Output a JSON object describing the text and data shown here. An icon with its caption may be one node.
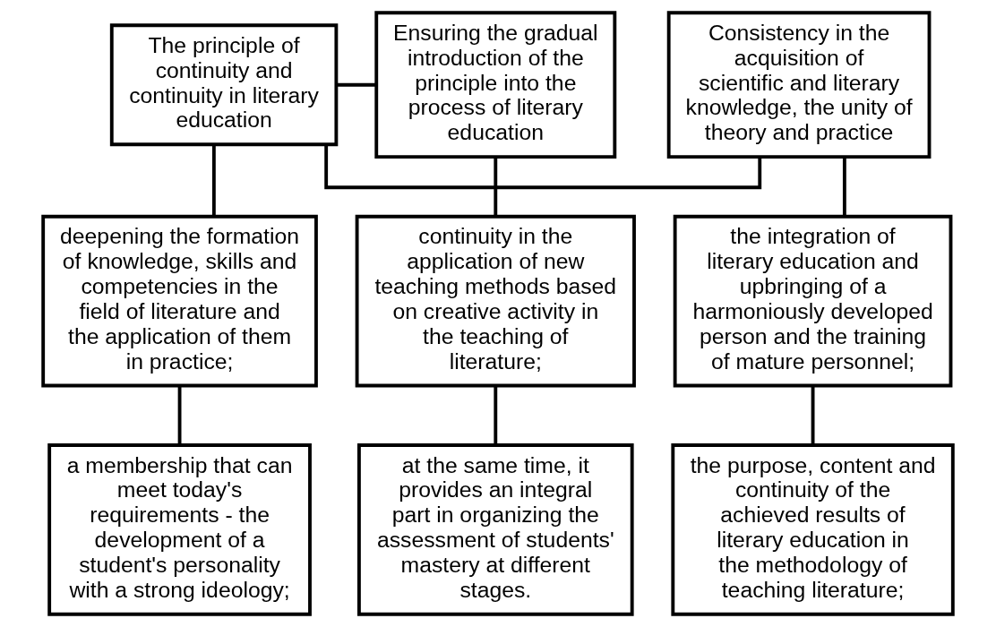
{
  "diagram": {
    "nodes": [
      {
        "text": [
          "Consistency in the acquisition of scientific and literary knowledge, the unity of theory and practice"
        ]
      },
      {
        "text": [
          "The principle of continuity and continuity in literary education"
        ]
      },
      {
        "text": [
          "Ensuring the gradual introduction of the principle into the process of literary education"
        ]
      },
      {
        "text": [
          "the integration of literary education and upbringing of a harmoniously developed person and the training of mature personnel;"
        ]
      },
      {
        "text": [
          "deepening the formation of knowledge, skills and competencies in the field of literature and the application of them in practice;"
        ]
      },
      {
        "text": [
          "continuity in the application of new teaching methods based on creative activity in the teaching of literature;"
        ]
      },
      {
        "text": [
          "the purpose, content and continuity of the achieved results of literary education in the methodology of teaching literature;"
        ]
      },
      {
        "text": [
          "a membership that can meet today's requirements - the development of a student's personality with a strong ideology;"
        ]
      },
      {
        "text": [
          "at the same time, it provides an integral part in organizing the assessment of students' mastery at different stages."
        ]
      }
    ],
    "edges": [
      {
        "from": 1,
        "to": 0,
        "arrow": "none"
      },
      {
        "from": 1,
        "to": 2,
        "arrow": "none"
      },
      {
        "from": 1,
        "to": 4,
        "arrow": "none"
      },
      {
        "from": 0,
        "to": 3,
        "arrow": "none"
      },
      {
        "from": 2,
        "to": 5,
        "arrow": "none"
      },
      {
        "from": 3,
        "to": 6,
        "arrow": "none"
      },
      {
        "from": 4,
        "to": 7,
        "arrow": "none"
      },
      {
        "from": 5,
        "to": 8,
        "arrow": "none"
      }
    ]
  }
}
